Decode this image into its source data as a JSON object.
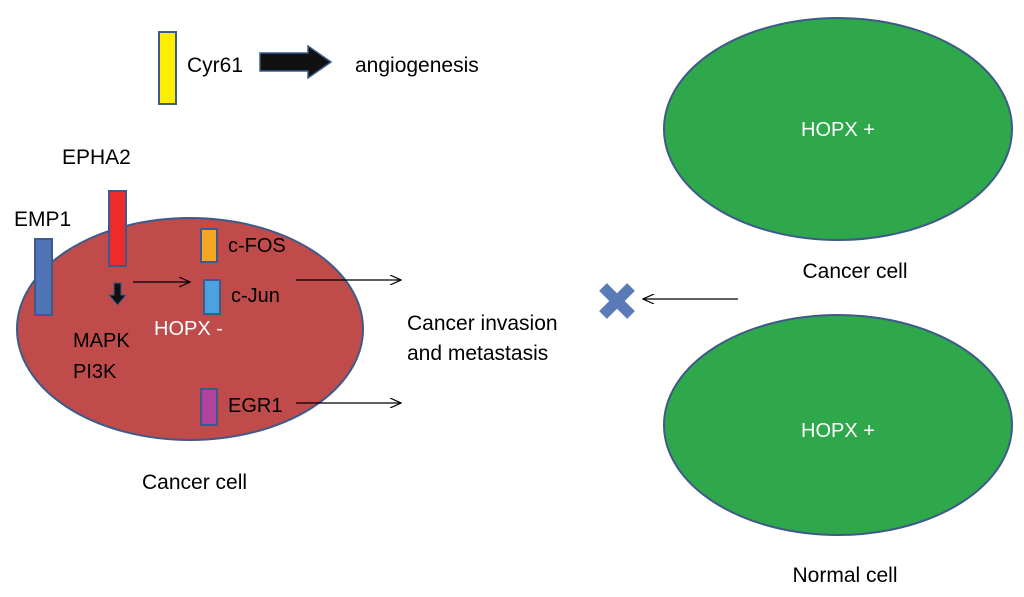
{
  "top": {
    "marker_label": "Cyr61",
    "outcome": "angiogenesis"
  },
  "left_cell": {
    "state": "HOPX -",
    "caption": "Cancer cell",
    "receptors": [
      "EPHA2",
      "EMP1"
    ],
    "pathway": [
      "MAPK",
      "PI3K"
    ],
    "genes": [
      "c-FOS",
      "c-Jun",
      "EGR1"
    ]
  },
  "middle": {
    "outcome_line1": "Cancer invasion",
    "outcome_line2": "and metastasis"
  },
  "right_top_cell": {
    "state": "HOPX +",
    "caption": "Cancer cell"
  },
  "right_bottom_cell": {
    "state": "HOPX +",
    "caption": "Normal cell"
  },
  "colors": {
    "cyr61": "#ffee00",
    "epha2": "#ee2a2a",
    "emp1": "#4f73b5",
    "cfos": "#f5a623",
    "cjun": "#4aa3df",
    "egr1": "#b0439e",
    "cancer_cell": "#bf4b4b",
    "hopx_positive_cell": "#2ea84a",
    "outline": "#3d5a8a",
    "block_mark": "#5b7bb8"
  }
}
